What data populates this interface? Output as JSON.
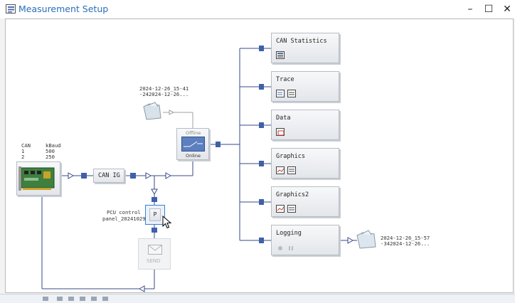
{
  "window": {
    "title": "Measurement Setup",
    "minimize": "–",
    "maximize": "☐",
    "close": "✕"
  },
  "hardware": {
    "header_can": "CAN",
    "header_kbaud": "kBaud",
    "rows": [
      {
        "can": "1",
        "kbaud": "500"
      },
      {
        "can": "2",
        "kbaud": "250"
      }
    ]
  },
  "nodes": {
    "can_ig": "CAN IG",
    "p_block": "P",
    "pcu_label_line1": "PCU control",
    "pcu_label_line2": "panel_20241029",
    "send": "SEND",
    "offline": "Offline",
    "online": "Online",
    "offline_file_line1": "2024-12-26_15-41",
    "offline_file_line2": "-242024-12-26...",
    "log_file_line1": "2024-12-26_15-57",
    "log_file_line2": "-342024-12-26..."
  },
  "windows": [
    {
      "label": "CAN Statistics"
    },
    {
      "label": "Trace"
    },
    {
      "label": "Data"
    },
    {
      "label": "Graphics"
    },
    {
      "label": "Graphics2"
    },
    {
      "label": "Logging"
    }
  ],
  "colors": {
    "accent": "#2a6ebb",
    "connector": "#4060a8",
    "line": "#3a4a8a"
  }
}
